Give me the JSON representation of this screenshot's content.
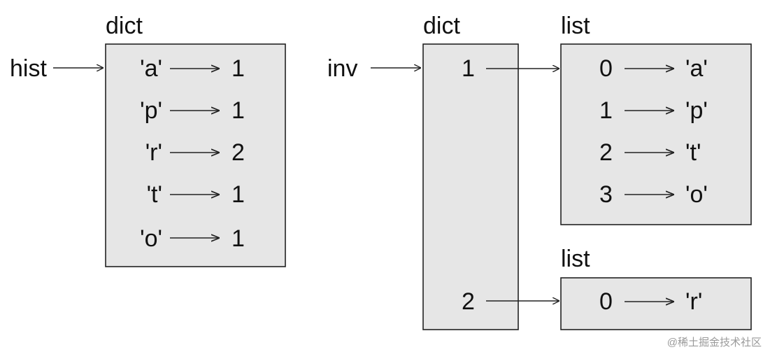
{
  "hist": {
    "var_label": "hist",
    "type_label": "dict",
    "rows": [
      {
        "key": "'a'",
        "value": "1"
      },
      {
        "key": "'p'",
        "value": "1"
      },
      {
        "key": "'r'",
        "value": "2"
      },
      {
        "key": "'t'",
        "value": "1"
      },
      {
        "key": "'o'",
        "value": "1"
      }
    ]
  },
  "inv": {
    "var_label": "inv",
    "type_label": "dict",
    "keys": [
      "1",
      "2"
    ]
  },
  "list_1": {
    "type_label": "list",
    "rows": [
      {
        "index": "0",
        "value": "'a'"
      },
      {
        "index": "1",
        "value": "'p'"
      },
      {
        "index": "2",
        "value": "'t'"
      },
      {
        "index": "3",
        "value": "'o'"
      }
    ]
  },
  "list_2": {
    "type_label": "list",
    "rows": [
      {
        "index": "0",
        "value": "'r'"
      }
    ]
  },
  "watermark": "@稀土掘金技术社区",
  "colors": {
    "box_fill": "#e6e6e6",
    "stroke": "#222222",
    "text": "#111111"
  }
}
